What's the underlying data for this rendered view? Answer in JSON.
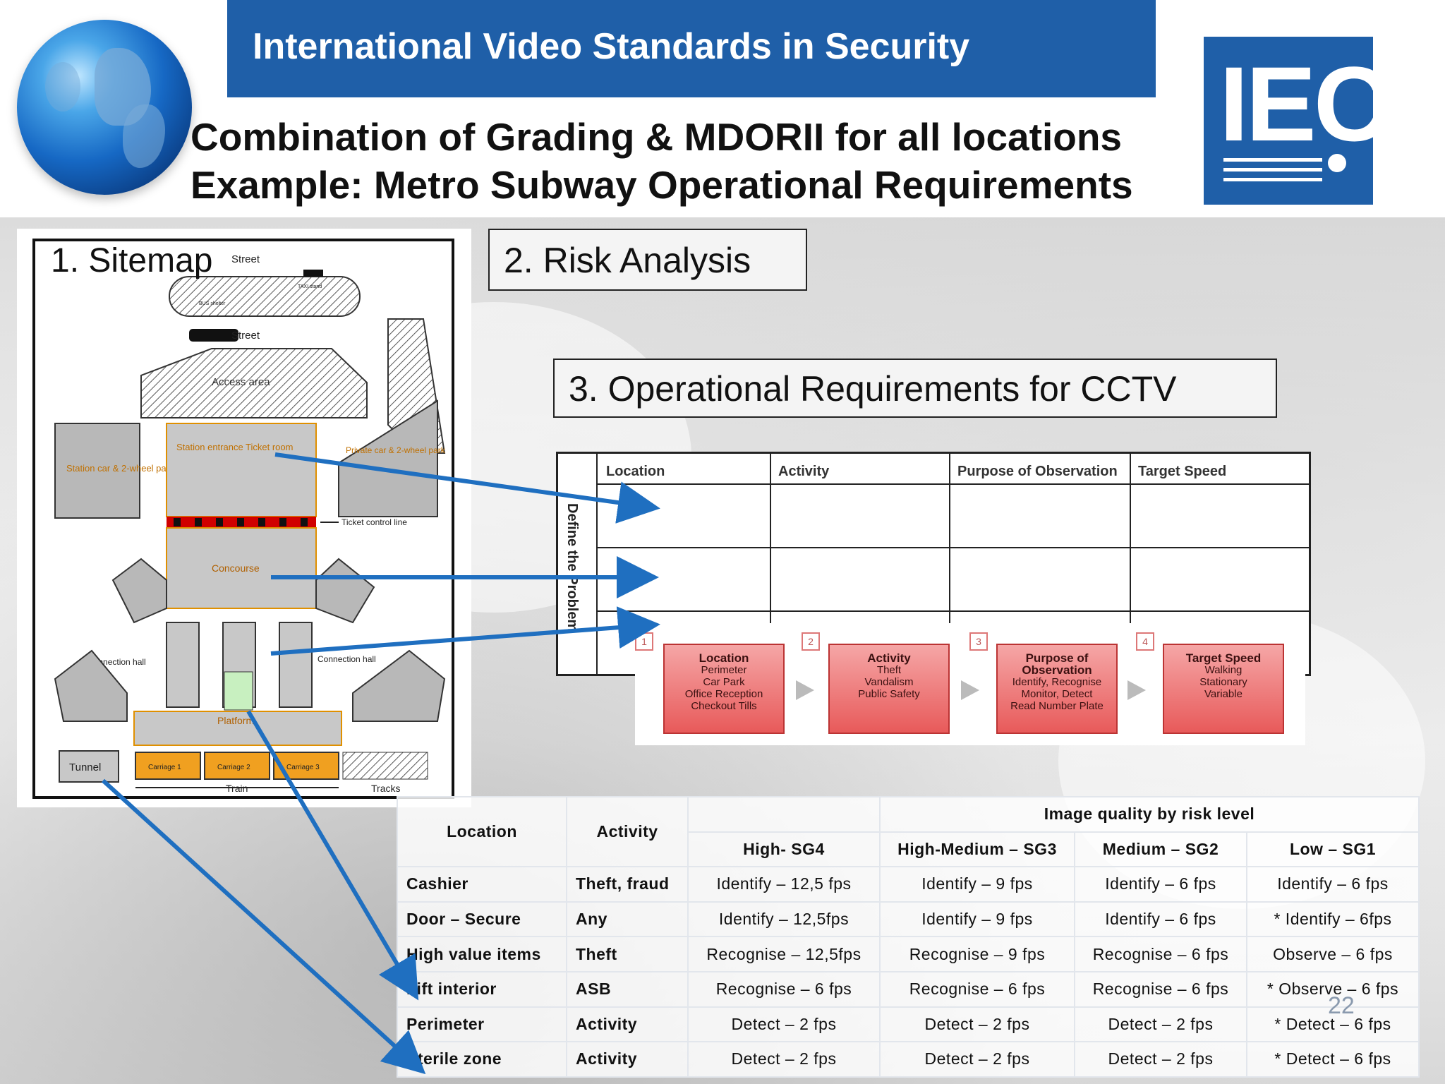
{
  "header": {
    "title": "International Video Standards in Security",
    "logo_text": "IEC",
    "subtitle_line1": "Combination of Grading & MDORII for all locations",
    "subtitle_line2": "Example: Metro Subway Operational Requirements"
  },
  "sections": {
    "sitemap": "1. Sitemap",
    "risk": "2. Risk Analysis",
    "opreq": "3. Operational Requirements for CCTV"
  },
  "sitemap_labels": {
    "street_top": "Street",
    "taxi": "TAXI stand",
    "bus": "BUS shelter",
    "street": "Street",
    "access": "Access area",
    "station_park": "Station car & 2-wheel park",
    "private_park": "Private car & 2-wheel park",
    "entrance": "Station entrance Ticket room",
    "ticket_line": "Ticket control line",
    "concourse": "Concourse",
    "conn_left": "Connection hall",
    "conn_right": "Connection hall",
    "platform": "Platform",
    "tunnel": "Tunnel",
    "carriage1": "Carriage 1",
    "carriage2": "Carriage 2",
    "carriage3": "Carriage 3",
    "train": "Train",
    "tracks": "Tracks"
  },
  "definition_table": {
    "side_label": "Define the Problem",
    "headers": [
      "Location",
      "Activity",
      "Purpose of Observation",
      "Target Speed"
    ]
  },
  "flow_steps": [
    {
      "num": "1",
      "title": "Location",
      "lines": [
        "Perimeter",
        "Car Park",
        "Office Reception",
        "Checkout Tills"
      ]
    },
    {
      "num": "2",
      "title": "Activity",
      "lines": [
        "Theft",
        "Vandalism",
        "Public Safety"
      ]
    },
    {
      "num": "3",
      "title": "Purpose of Observation",
      "lines": [
        "Identify, Recognise",
        "Monitor, Detect",
        "Read Number Plate"
      ]
    },
    {
      "num": "4",
      "title": "Target Speed",
      "lines": [
        "Walking",
        "Stationary",
        "Variable"
      ]
    }
  ],
  "data_table": {
    "h_location": "Location",
    "h_activity": "Activity",
    "h_group": "Image quality by risk level",
    "levels": [
      "High- SG4",
      "High-Medium – SG3",
      "Medium – SG2",
      "Low – SG1"
    ],
    "rows": [
      {
        "location": "Cashier",
        "activity": "Theft, fraud",
        "sg4": "Identify – 12,5 fps",
        "sg3": "Identify – 9 fps",
        "sg2": "Identify – 6 fps",
        "sg1": "Identify – 6 fps"
      },
      {
        "location": "Door – Secure",
        "activity": "Any",
        "sg4": "Identify – 12,5fps",
        "sg3": "Identify – 9 fps",
        "sg2": "Identify – 6 fps",
        "sg1": "* Identify – 6fps"
      },
      {
        "location": "High value items",
        "activity": "Theft",
        "sg4": "Recognise – 12,5fps",
        "sg3": "Recognise – 9 fps",
        "sg2": "Recognise – 6 fps",
        "sg1": "Observe – 6 fps"
      },
      {
        "location": "Lift interior",
        "activity": "ASB",
        "sg4": "Recognise – 6 fps",
        "sg3": "Recognise – 6 fps",
        "sg2": "Recognise – 6 fps",
        "sg1": "* Observe – 6 fps"
      },
      {
        "location": "Perimeter",
        "activity": "Activity",
        "sg4": "Detect – 2 fps",
        "sg3": "Detect – 2 fps",
        "sg2": "Detect – 2 fps",
        "sg1": "* Detect – 6 fps"
      },
      {
        "location": "Sterile zone",
        "activity": "Activity",
        "sg4": "Detect – 2 fps",
        "sg3": "Detect – 2 fps",
        "sg2": "Detect – 2 fps",
        "sg1": "* Detect – 6 fps"
      }
    ]
  },
  "page_number": "22",
  "colors": {
    "brand_blue": "#1f5fa8",
    "arrow_blue": "#1f6fc0",
    "area_orange": "#f0a020"
  }
}
